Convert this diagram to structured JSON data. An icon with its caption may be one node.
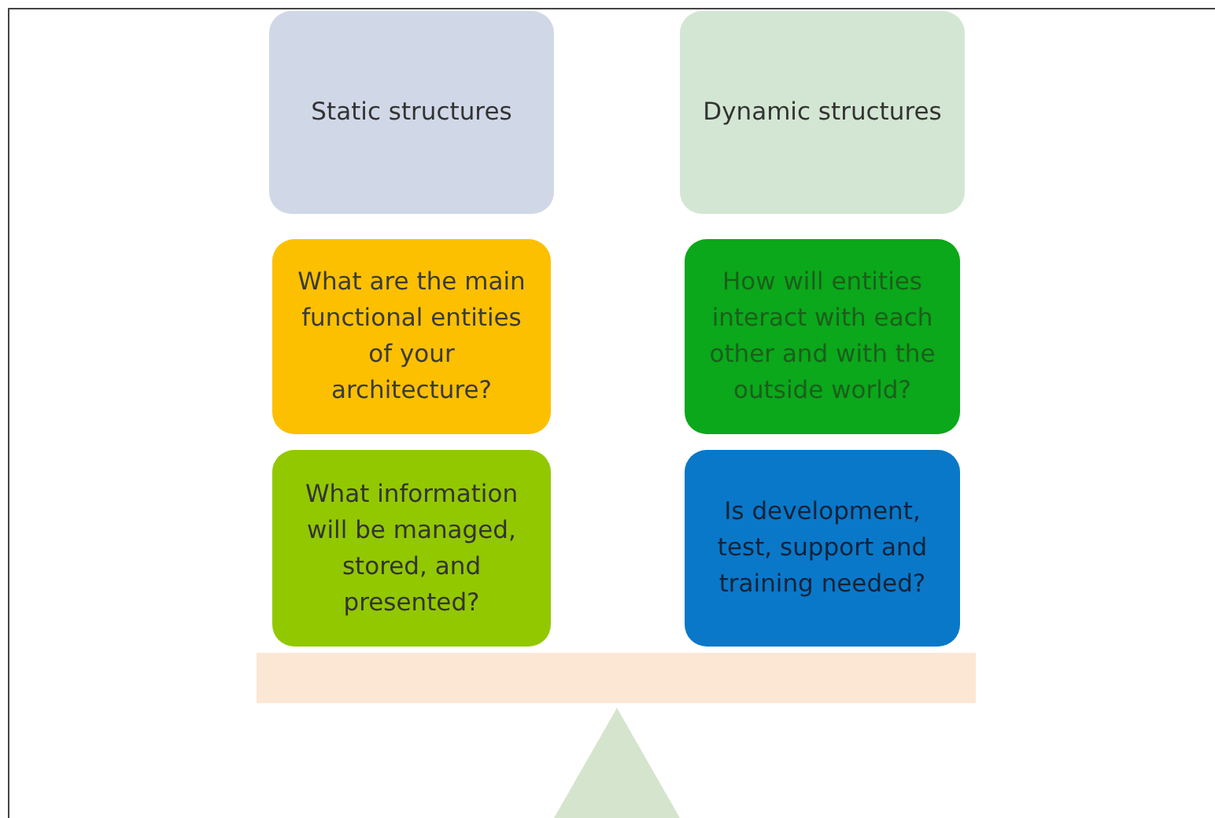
{
  "diagram": {
    "nodes": [
      {
        "text": [
          "Static structures"
        ]
      },
      {
        "text": [
          "Dynamic structures"
        ]
      },
      {
        "text": [
          "What are the main functional entities of your architecture?"
        ]
      },
      {
        "text": [
          "How will entities interact with each other and with the outside world?"
        ]
      },
      {
        "text": [
          "What information will be managed, stored, and presented?"
        ]
      },
      {
        "text": [
          "Is development, test, support and training needed?"
        ]
      }
    ]
  }
}
